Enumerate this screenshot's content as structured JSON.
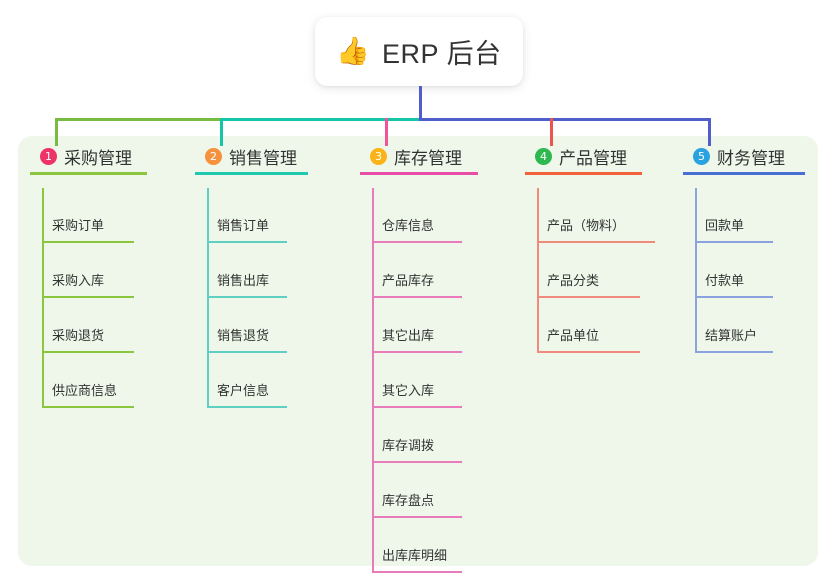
{
  "root": {
    "icon": "thumbs-up-emoji",
    "emoji": "👍",
    "title": "ERP 后台"
  },
  "colors": {
    "panel_bg": "#eef7e9",
    "page_bg": "#ffffff",
    "root_text": "#333333",
    "trunk_blue": "#4f5ecb",
    "branch_green": "#77bb41",
    "branch_teal": "#15c5a8",
    "branch_pink": "#f0559b",
    "branch_red": "#ef5350",
    "branch_blue": "#4f5ecb"
  },
  "columns": [
    {
      "index": "1",
      "badge_color": "#ee3366",
      "rule_color": "#8cc63f",
      "line_color": "#8cc63f",
      "title": "采购管理",
      "items": [
        {
          "label": "采购订单"
        },
        {
          "label": "采购入库"
        },
        {
          "label": "采购退货"
        },
        {
          "label": "供应商信息"
        }
      ]
    },
    {
      "index": "2",
      "badge_color": "#f5923e",
      "rule_color": "#1ec9b0",
      "line_color": "#5ecfc0",
      "title": "销售管理",
      "items": [
        {
          "label": "销售订单"
        },
        {
          "label": "销售出库"
        },
        {
          "label": "销售退货"
        },
        {
          "label": "客户信息"
        }
      ]
    },
    {
      "index": "3",
      "badge_color": "#fbb417",
      "rule_color": "#e84ea8",
      "line_color": "#e87cba",
      "title": "库存管理",
      "items": [
        {
          "label": "仓库信息"
        },
        {
          "label": "产品库存"
        },
        {
          "label": "其它出库"
        },
        {
          "label": "其它入库"
        },
        {
          "label": "库存调拨"
        },
        {
          "label": "库存盘点"
        },
        {
          "label": "出库库明细"
        }
      ]
    },
    {
      "index": "4",
      "badge_color": "#2fb84f",
      "rule_color": "#f2603c",
      "line_color": "#f08b7c",
      "title": "产品管理",
      "items": [
        {
          "label": "产品（物料）"
        },
        {
          "label": "产品分类"
        },
        {
          "label": "产品单位"
        }
      ]
    },
    {
      "index": "5",
      "badge_color": "#29a3e0",
      "rule_color": "#4a6fd4",
      "line_color": "#8aa3de",
      "title": "财务管理",
      "items": [
        {
          "label": "回款单"
        },
        {
          "label": "付款单"
        },
        {
          "label": "结算账户"
        }
      ]
    }
  ]
}
